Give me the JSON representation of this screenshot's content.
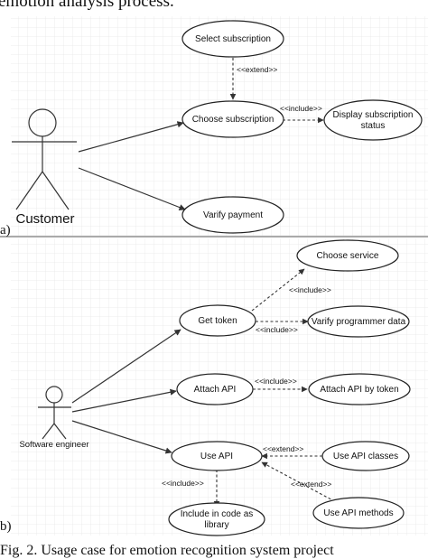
{
  "top_text": "emotion analysis process.",
  "caption": "Fig. 2.  Usage case for emotion recognition system project",
  "panel_a": {
    "label": "a)",
    "actor": "Customer",
    "use_cases": {
      "select_subscription": "Select subscription",
      "choose_subscription": "Choose subscription",
      "display_subscription_line1": "Display subscription",
      "display_subscription_line2": "status",
      "varify_payment": "Varify payment"
    },
    "relations": {
      "extend": "<<extend>>",
      "include": "<<include>>"
    }
  },
  "panel_b": {
    "label": "b)",
    "actor": "Software engineer",
    "use_cases": {
      "choose_service": "Choose service",
      "get_token": "Get token",
      "varify_programmer_data": "Varify programmer data",
      "attach_api": "Attach API",
      "attach_api_by_token": "Attach API by token",
      "use_api": "Use API",
      "use_api_classes": "Use API classes",
      "use_api_methods": "Use API methods",
      "include_code_line1": "Include in code as",
      "include_code_line2": "library"
    },
    "relations": {
      "include_choose": "<<include>>",
      "include_varify": "<<include>>",
      "include_attach": "<<include>>",
      "extend_classes": "<<extend>>",
      "extend_methods": "<<extend>>",
      "include_library": "<<include>>"
    }
  },
  "colors": {
    "grid": "#e4e4e4",
    "line": "#333333",
    "text": "#111111"
  }
}
